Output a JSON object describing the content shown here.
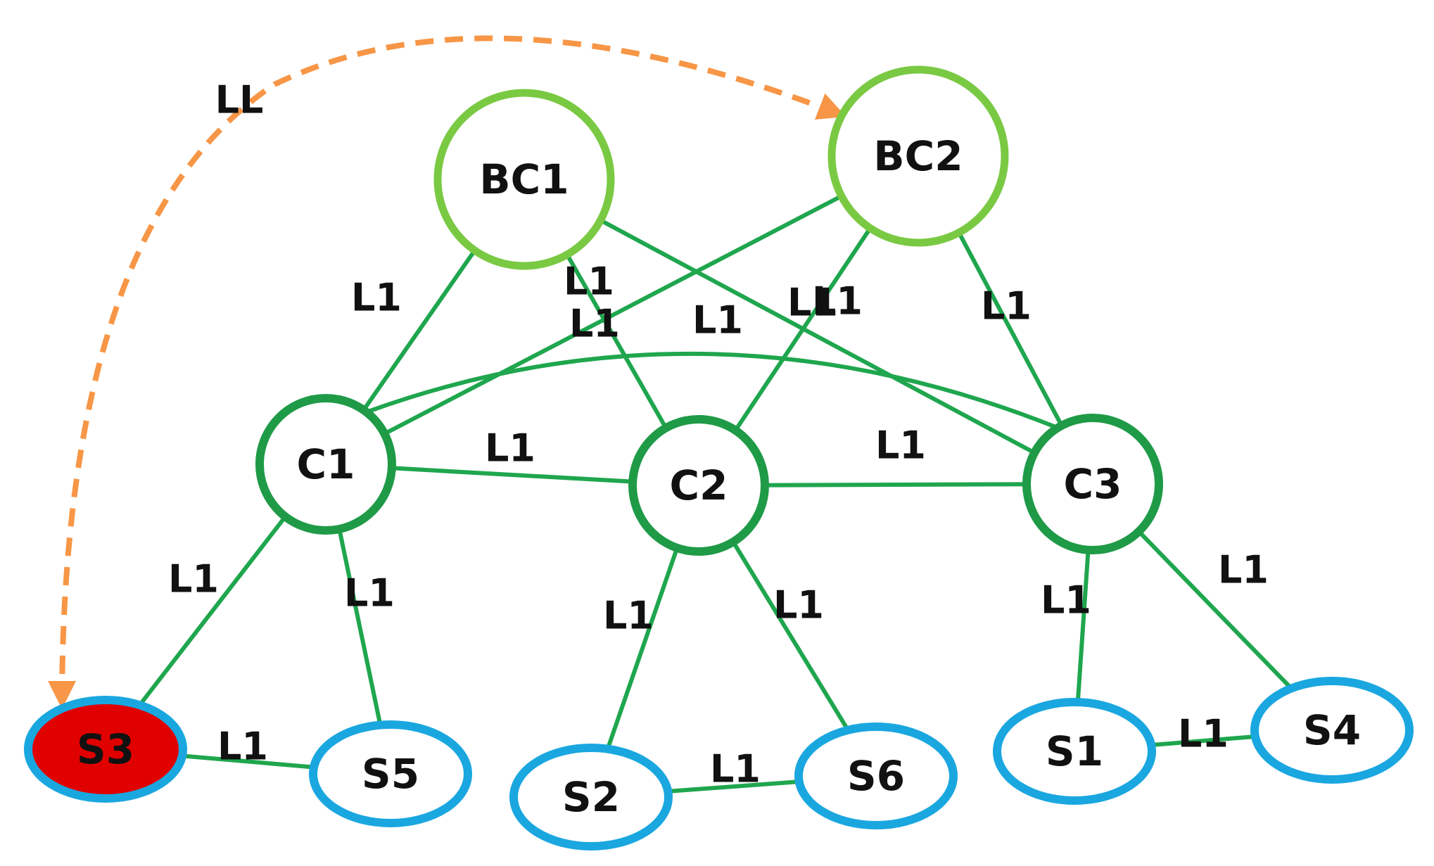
{
  "colors": {
    "edge": "#1fa64e",
    "backbone_ring": "#7ac943",
    "core_ring": "#1f9a47",
    "switch_ring": "#1aa7e0",
    "highlight_fill": "#e00000",
    "dashed_link": "#f79646",
    "node_fill": "#ffffff"
  },
  "diagram": {
    "nodes": [
      {
        "id": "BC1",
        "label": "BC1",
        "kind": "backbone"
      },
      {
        "id": "BC2",
        "label": "BC2",
        "kind": "backbone"
      },
      {
        "id": "C1",
        "label": "C1",
        "kind": "core"
      },
      {
        "id": "C2",
        "label": "C2",
        "kind": "core"
      },
      {
        "id": "C3",
        "label": "C3",
        "kind": "core"
      },
      {
        "id": "S3",
        "label": "S3",
        "kind": "switch",
        "highlighted": true
      },
      {
        "id": "S5",
        "label": "S5",
        "kind": "switch"
      },
      {
        "id": "S2",
        "label": "S2",
        "kind": "switch"
      },
      {
        "id": "S6",
        "label": "S6",
        "kind": "switch"
      },
      {
        "id": "S1",
        "label": "S1",
        "kind": "switch"
      },
      {
        "id": "S4",
        "label": "S4",
        "kind": "switch"
      }
    ],
    "edges": [
      {
        "from": "BC1",
        "to": "C1",
        "label": "L1"
      },
      {
        "from": "BC1",
        "to": "C2",
        "label": "L1"
      },
      {
        "from": "BC1",
        "to": "C3",
        "label": "L1"
      },
      {
        "from": "BC2",
        "to": "C1",
        "label": "L1"
      },
      {
        "from": "BC2",
        "to": "C2",
        "label": "L1"
      },
      {
        "from": "BC2",
        "to": "C3",
        "label": "L1"
      },
      {
        "from": "C1",
        "to": "C3",
        "label": "L1",
        "curved": true
      },
      {
        "from": "C1",
        "to": "C2",
        "label": "L1"
      },
      {
        "from": "C2",
        "to": "C3",
        "label": "L1"
      },
      {
        "from": "C1",
        "to": "S3",
        "label": "L1"
      },
      {
        "from": "C1",
        "to": "S5",
        "label": "L1"
      },
      {
        "from": "C2",
        "to": "S2",
        "label": "L1"
      },
      {
        "from": "C2",
        "to": "S6",
        "label": "L1"
      },
      {
        "from": "C3",
        "to": "S1",
        "label": "L1"
      },
      {
        "from": "C3",
        "to": "S4",
        "label": "L1"
      },
      {
        "from": "S3",
        "to": "S5",
        "label": "L1"
      },
      {
        "from": "S2",
        "to": "S6",
        "label": "L1"
      },
      {
        "from": "S1",
        "to": "S4",
        "label": "L1"
      }
    ],
    "dashed_link": {
      "from": "S3",
      "to": "BC2",
      "label": "LL"
    }
  }
}
